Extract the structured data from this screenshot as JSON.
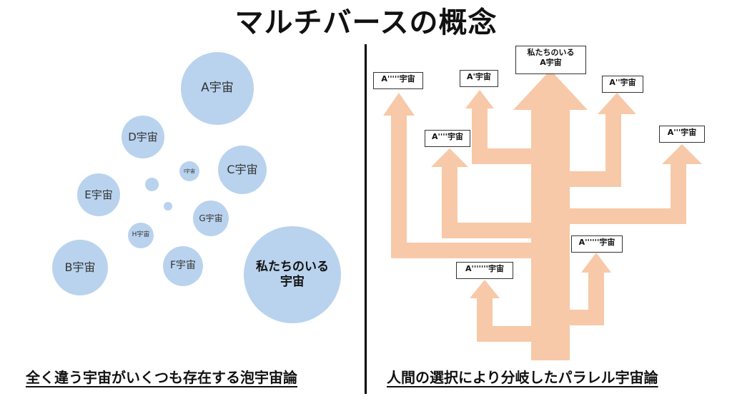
{
  "title": "マルチバースの概念",
  "left": {
    "caption": "全く違う宇宙がいくつも存在する泡宇宙論",
    "bubbles": {
      "a": "A宇宙",
      "d": "D宇宙",
      "i": "I宇宙",
      "c": "C宇宙",
      "e": "E宇宙",
      "g": "G宇宙",
      "h": "H宇宙",
      "b": "B宇宙",
      "f": "F宇宙",
      "ours": "私たちのいる\n宇宙"
    }
  },
  "right": {
    "caption": "人間の選択により分岐したパラレル宇宙論",
    "labels": {
      "main": "私たちのいる\nA宇宙",
      "a5": "A'''''宇宙",
      "a1": "A'宇宙",
      "a2": "A''宇宙",
      "a4": "A''''宇宙",
      "a3": "A'''宇宙",
      "a6": "A''''''宇宙",
      "a7": "A'''''''宇宙"
    }
  },
  "colors": {
    "bubble": "#b9d3ee",
    "branch": "#f7c9a8"
  }
}
